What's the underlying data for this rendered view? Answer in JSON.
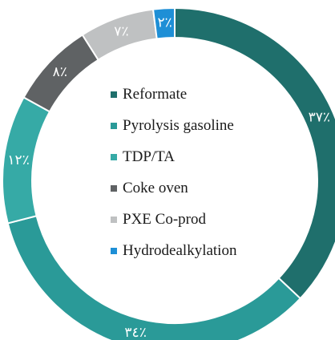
{
  "chart_data": {
    "type": "pie",
    "variant": "donut",
    "slices": [
      {
        "label": "Reformate",
        "value": 37,
        "display": "٣٧٪",
        "color": "#1f6f6c"
      },
      {
        "label": "Pyrolysis gasoline",
        "value": 34,
        "display": "٣٤٪",
        "color": "#2a9a98"
      },
      {
        "label": "TDP/TA",
        "value": 12,
        "display": "١٢٪",
        "color": "#36aaa6"
      },
      {
        "label": "Coke oven",
        "value": 8,
        "display": "٨٪",
        "color": "#5f6264"
      },
      {
        "label": "PXE Co-prod",
        "value": 7,
        "display": "٧٪",
        "color": "#bfc1c2"
      },
      {
        "label": "Hydrodealkylation",
        "value": 2,
        "display": "٢٪",
        "color": "#1e8fd6"
      }
    ],
    "legend_position": "center"
  }
}
